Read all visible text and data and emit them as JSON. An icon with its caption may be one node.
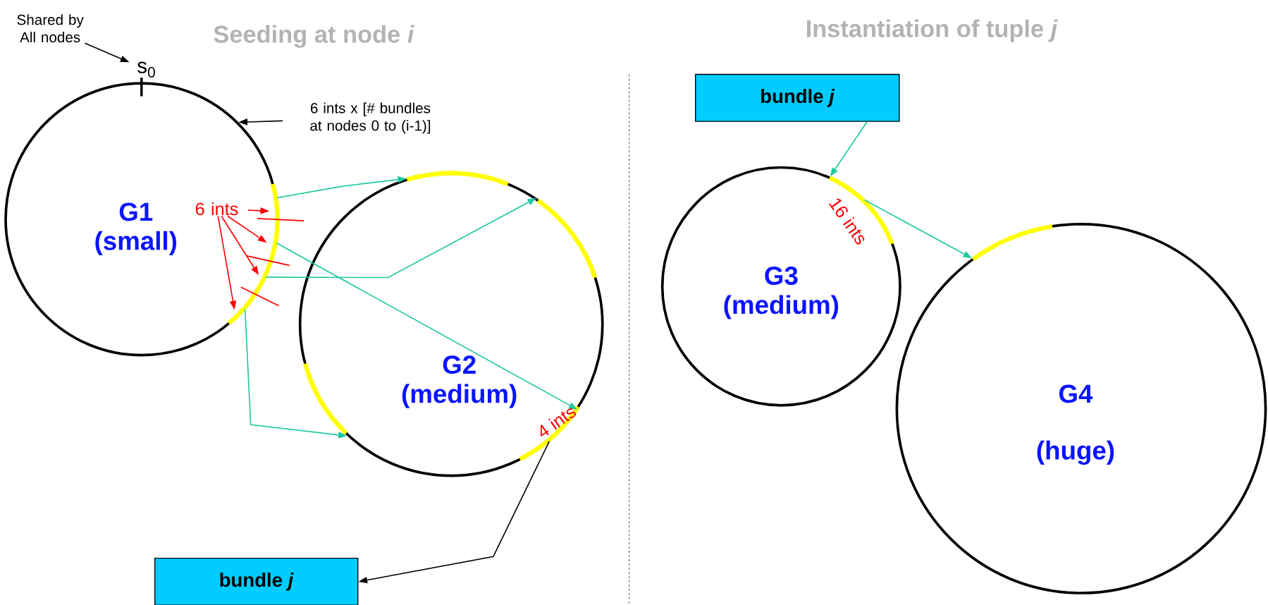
{
  "diagram": {
    "nodes": [
      {
        "text": [
          "G1 (small)"
        ]
      },
      {
        "text": [
          "G2 (medium)"
        ]
      },
      {
        "text": [
          "G3 (medium)"
        ]
      },
      {
        "text": [
          "G4 (huge)"
        ]
      },
      {
        "text": [
          "bundle *j*"
        ]
      },
      {
        "text": [
          "bundle *j*"
        ]
      },
      {
        "text": [
          "Shared by All nodes"
        ]
      },
      {
        "text": [
          "s$_{0}$"
        ]
      },
      {
        "text": [
          "6 ints x [# bundles at nodes 0 to (i-1)]"
        ]
      },
      {
        "text": [
          "6 ints"
        ],
        "in": 0
      }
    ],
    "edges": [
      {
        "from": 6,
        "to": 7,
        "arrow": "to",
        "color": "#000000"
      },
      {
        "from": 8,
        "to": 0,
        "arrow": "to",
        "color": "#000000"
      },
      {
        "from": 9,
        "to": 0,
        "arrow": "to",
        "color": "#ff0000"
      },
      {
        "from": 9,
        "to": 0,
        "arrow": "to",
        "color": "#ff0000"
      },
      {
        "from": 9,
        "to": 0,
        "arrow": "to",
        "color": "#ff0000"
      },
      {
        "from": 9,
        "to": 0,
        "arrow": "to",
        "color": "#ff0000"
      },
      {
        "from": 0,
        "to": 1,
        "arrow": "to",
        "color": "#1ec8a0"
      },
      {
        "from": 0,
        "to": 1,
        "arrow": "to",
        "color": "#1ec8a0"
      },
      {
        "from": 0,
        "to": 1,
        "arrow": "to",
        "color": "#1ec8a0"
      },
      {
        "from": 0,
        "to": 1,
        "arrow": "to",
        "color": "#1ec8a0"
      },
      {
        "from": 5,
        "to": 2,
        "arrow": "to",
        "color": "#1ec8a0"
      },
      {
        "from": 2,
        "to": 3,
        "arrow": "to",
        "color": "#1ec8a0"
      },
      {
        "from": 1,
        "to": 4,
        "arrow": "to",
        "color": "#000000"
      }
    ],
    "labels": [
      "Seeding at node *i*",
      "Instantiation of tuple *j*",
      "4 ints",
      "16 ints"
    ]
  }
}
